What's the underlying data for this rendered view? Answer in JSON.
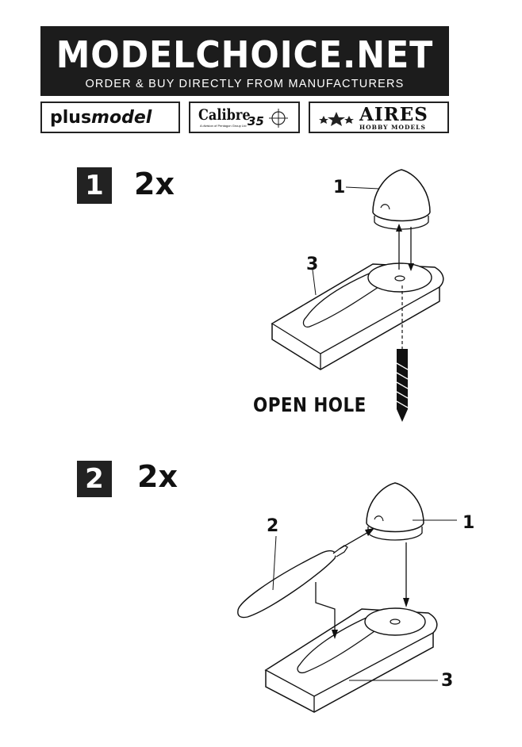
{
  "header": {
    "title": "MODELCHOICE.NET",
    "subtitle": "ORDER & BUY DIRECTLY FROM MANUFACTURERS"
  },
  "logos": {
    "plusmodel_bold": "plus",
    "plusmodel_italic": "model",
    "calibre_word": "Calibre",
    "calibre_number": "35",
    "calibre_tagline": "A division of Pentagon Group Ltd",
    "aires_word": "AIRES",
    "aires_sub": "HOBBY MODELS"
  },
  "steps": [
    {
      "number": "1",
      "quantity": "2x",
      "callouts": {
        "spinner": "1",
        "base": "3"
      },
      "note": "OPEN HOLE"
    },
    {
      "number": "2",
      "quantity": "2x",
      "callouts": {
        "blade": "2",
        "spinner": "1",
        "base": "3"
      }
    }
  ],
  "icons": {
    "header_logo_star": "star-icon",
    "drill": "drill-bit-icon"
  },
  "colors": {
    "ink": "#111111",
    "banner": "#1c1c1c",
    "paper": "#ffffff"
  }
}
